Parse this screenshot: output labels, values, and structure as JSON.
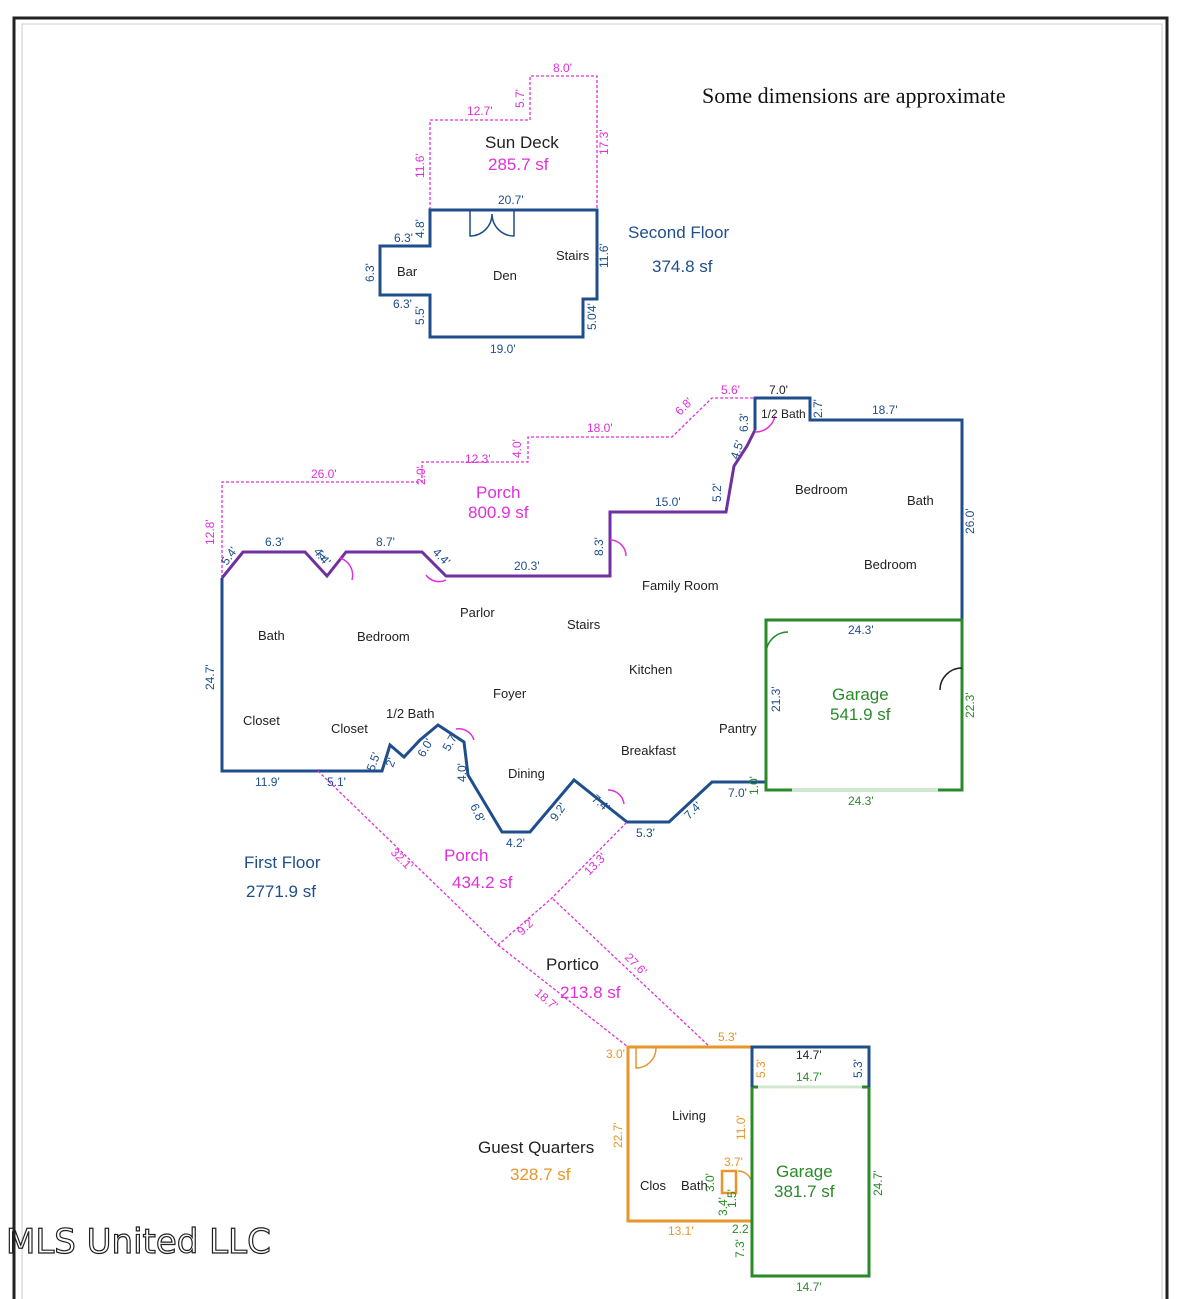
{
  "note": "Some dimensions are approximate",
  "watermark": "MLS United LLC",
  "colors": {
    "living_blue": "#1f4e8c",
    "interior_purple": "#7030a0",
    "outdoor_magenta": "#e030d8",
    "garage_green": "#2a8a2a",
    "guest_orange": "#e8952a",
    "wall_black": "#222222"
  },
  "second_floor": {
    "title": "Second Floor",
    "area": "374.8 sf",
    "sun_deck": {
      "name": "Sun Deck",
      "area": "285.7 sf"
    },
    "rooms": [
      "Bar",
      "Den",
      "Stairs"
    ],
    "dims": [
      "8.0'",
      "5.7'",
      "12.7'",
      "11.6'",
      "17.3'",
      "20.7'",
      "6.3'",
      "4.8'",
      "11.6'",
      "6.3'",
      "6.3'",
      "5.5'",
      "5.0'",
      "4'",
      "19.0'"
    ]
  },
  "first_floor": {
    "title": "First Floor",
    "area": "2771.9 sf",
    "porch_top": {
      "name": "Porch",
      "area": "800.9 sf"
    },
    "porch_bottom": {
      "name": "Porch",
      "area": "434.2 sf"
    },
    "portico": {
      "name": "Portico",
      "area": "213.8 sf"
    },
    "garage": {
      "name": "Garage",
      "area": "541.9 sf"
    },
    "rooms": [
      "1/2 Bath",
      "Bedroom",
      "Bath",
      "Bedroom",
      "Family Room",
      "Parlor",
      "Stairs",
      "Bath",
      "Bedroom",
      "Kitchen",
      "Foyer",
      "Closet",
      "Closet",
      "1/2 Bath",
      "Pantry",
      "Breakfast",
      "Dining"
    ],
    "dims": [
      "5.6'",
      "7.0'",
      "6.8'",
      "6.3'",
      "2.7'",
      "18.7'",
      "18.0'",
      "4.5'",
      "12.3'",
      "4.0'",
      "5.2'",
      "26.0'",
      "2.0'",
      "15.0'",
      "12.8'",
      "5.4'",
      "6.3'",
      "4.4'",
      "4'",
      "8.7'",
      "4.4'",
      "8.3'",
      "20.3'",
      "26.0'",
      "24.3'",
      "21.3'",
      "22.3'",
      "24.7'",
      "5.5'",
      "2'",
      "6.0'",
      "5.7'",
      "4.0'",
      "11.9'",
      "5.1'",
      "6.8'",
      "9.2'",
      "7.4'",
      "7.4'",
      "7.0'",
      "1.0'",
      "24.3'",
      "4.2'",
      "5.3'",
      "32.1'",
      "13.3'",
      "9.2'",
      "27.6'",
      "18.7'"
    ]
  },
  "guest_quarters": {
    "title": "Guest Quarters",
    "area": "328.7 sf",
    "garage": {
      "name": "Garage",
      "area": "381.7 sf"
    },
    "rooms": [
      "Living",
      "Clos",
      "Bath"
    ],
    "dims": [
      "5.3'",
      "3.0'",
      "14.7'",
      "5.3'",
      "5.3'",
      "14.7'",
      "22.7'",
      "11.0'",
      "3.7'",
      "3.0'",
      "3.4'",
      "1.5'",
      "24.7'",
      "13.1'",
      "2.2",
      "7.3'",
      "14.7'"
    ]
  }
}
